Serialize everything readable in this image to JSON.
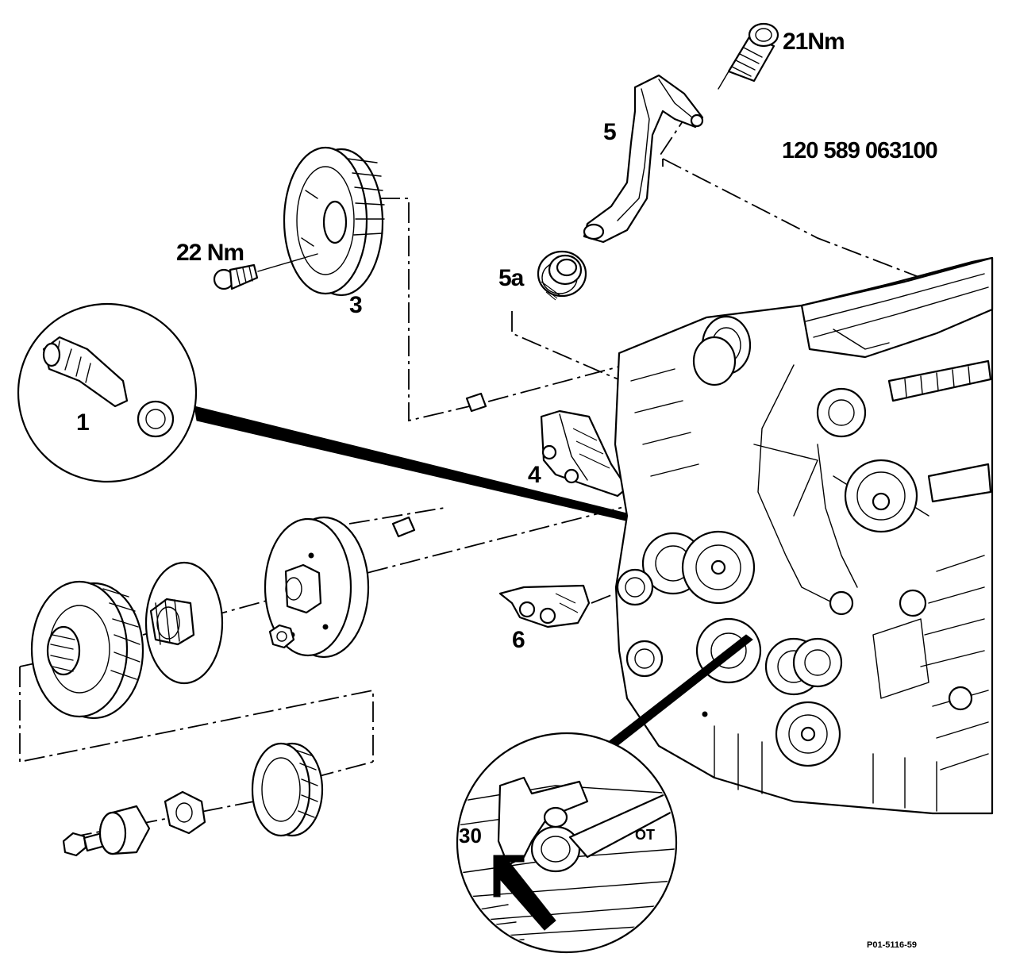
{
  "labels": {
    "torque_bracket_bolt": "21Nm",
    "torque_pulley_bolt": "22 Nm",
    "part_5": "5",
    "part_5a": "5a",
    "part_3": "3",
    "part_1": "1",
    "part_4": "4",
    "part_6": "6",
    "special_tool_number": "120 589 063100",
    "figure_reference": "P01-5116-59"
  },
  "detail_inset": {
    "timing_mark_30": "30",
    "timing_mark_tdc": "OT"
  }
}
